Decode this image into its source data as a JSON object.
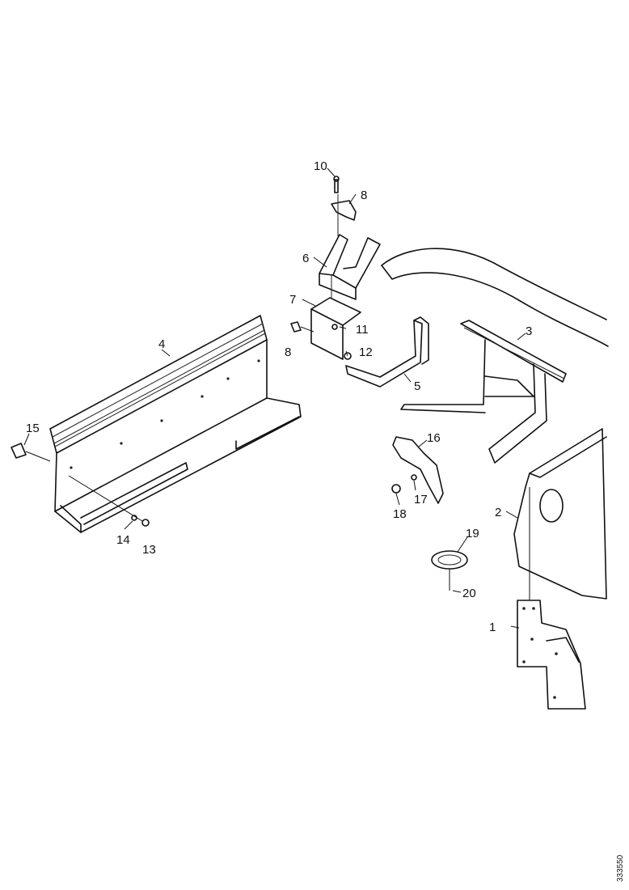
{
  "callouts": {
    "c1": "1",
    "c2": "2",
    "c3": "3",
    "c4": "4",
    "c5": "5",
    "c6": "6",
    "c7": "7",
    "c8a": "8",
    "c8b": "8",
    "c10": "10",
    "c11": "11",
    "c12": "12",
    "c13": "13",
    "c14": "14",
    "c15": "15",
    "c16": "16",
    "c17": "17",
    "c18": "18",
    "c19": "19",
    "c20": "20"
  },
  "drawing_id": "333550"
}
